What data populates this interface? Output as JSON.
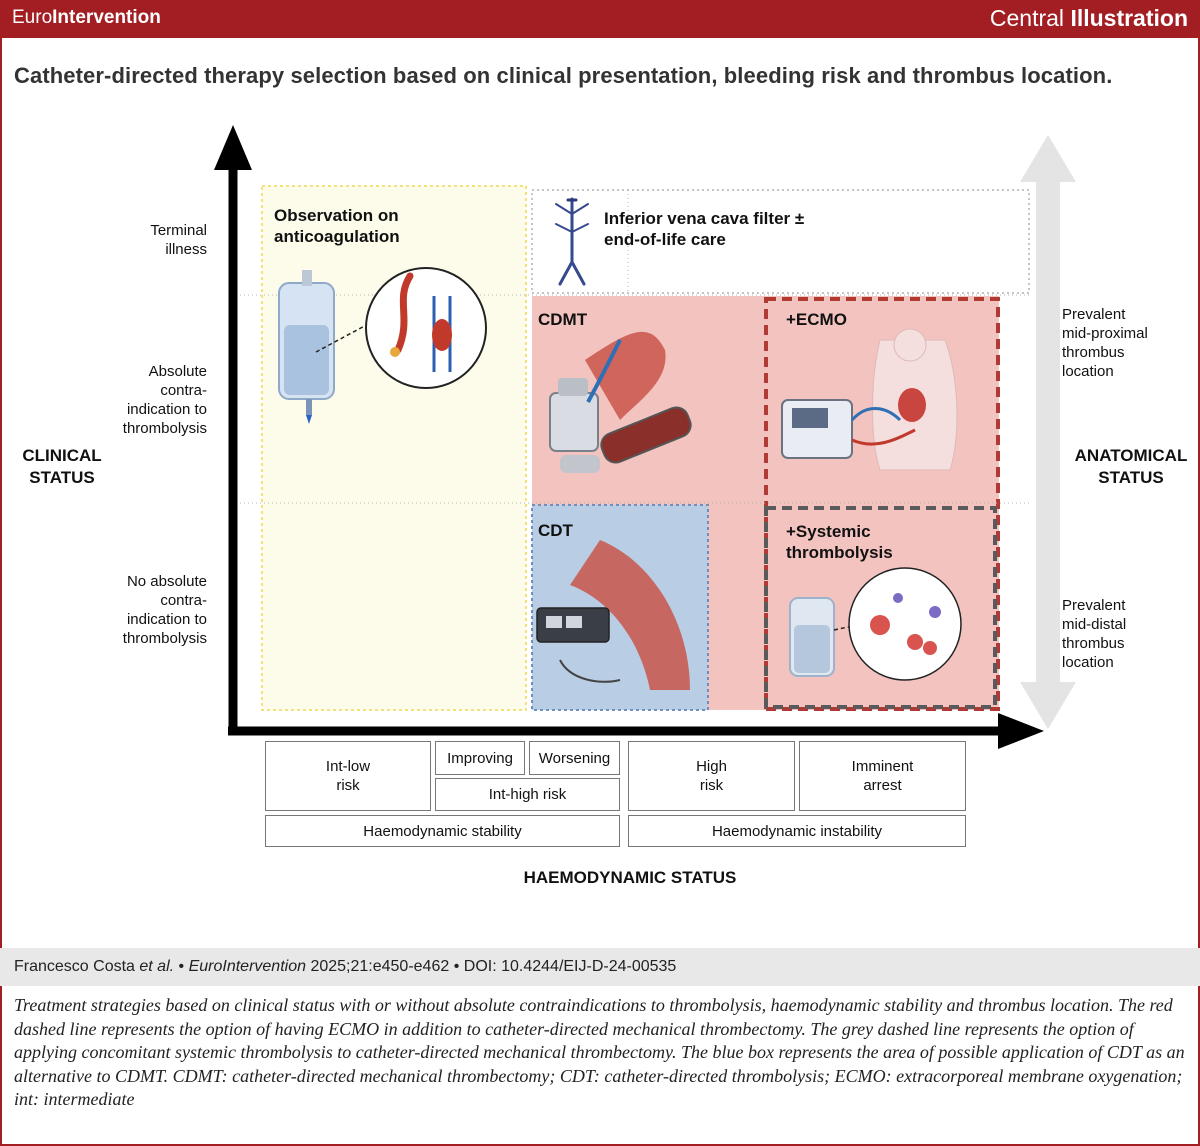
{
  "header": {
    "brand_light": "Euro",
    "brand_bold": "Intervention",
    "central_light": "Central",
    "central_bold": "Illustration"
  },
  "title": "Catheter-directed therapy selection based on clinical presentation, bleeding risk and thrombus location.",
  "axes": {
    "clinical_status": [
      "CLINICAL",
      "STATUS"
    ],
    "anatomical_status": [
      "ANATOMICAL",
      "STATUS"
    ],
    "haemodynamic_status": "HAEMODYNAMIC STATUS"
  },
  "clinical_levels": {
    "terminal": [
      "Terminal",
      "illness"
    ],
    "absolute": [
      "Absolute",
      "contra-",
      "indication to",
      "thrombolysis"
    ],
    "no_absolute": [
      "No absolute",
      "contra-",
      "indication to",
      "thrombolysis"
    ]
  },
  "anatomical_levels": {
    "proximal": [
      "Prevalent",
      "mid-proximal",
      "thrombus",
      "location"
    ],
    "distal": [
      "Prevalent",
      "mid-distal",
      "thrombus",
      "location"
    ]
  },
  "zones": {
    "observation": [
      "Observation on",
      "anticoagulation"
    ],
    "ivc": [
      "Inferior vena cava filter ±",
      "end-of-life care"
    ],
    "cdmt": "CDMT",
    "ecmo": "+ECMO",
    "cdt": "CDT",
    "systemic": [
      "+Systemic",
      "thrombolysis"
    ]
  },
  "haemodynamic_boxes": {
    "int_low": [
      "Int-low",
      "risk"
    ],
    "improving": "Improving",
    "worsening": "Worsening",
    "int_high": "Int-high risk",
    "high": [
      "High",
      "risk"
    ],
    "imminent": [
      "Imminent",
      "arrest"
    ],
    "stability": "Haemodynamic stability",
    "instability": "Haemodynamic instability"
  },
  "citation": {
    "authors": "Francesco Costa",
    "etal": "et al.",
    "bullet1": "•",
    "journal": "EuroIntervention",
    "ref": "2025;21:e450-e462",
    "bullet2": "•",
    "doi": "DOI: 10.4244/EIJ-D-24-00535"
  },
  "caption": "Treatment strategies based on clinical status with or without absolute contraindications to thrombolysis, haemodynamic stability and thrombus location. The red dashed line represents the option of having ECMO in addition to catheter-directed mechanical thrombectomy. The grey dashed line represents the option of applying concomitant systemic thrombolysis to catheter-directed mechanical thrombectomy. The blue box represents the area of possible application of CDT as an alternative to CDMT. CDMT: catheter-directed mechanical thrombectomy; CDT: catheter-directed thrombolysis; ECMO: extracorporeal membrane oxygenation; int: intermediate",
  "colors": {
    "brand": "#a31e22",
    "zone_pink": "#f3c4bf",
    "zone_blue": "#b9cde4",
    "observation_fill": "#fdfbea",
    "observation_border": "#f1e27a",
    "ecmo_dash": "#b23a35",
    "systemic_dash": "#5a5a5a"
  },
  "icons": [
    "ivc-filter-icon",
    "iv-bag-icon",
    "clot-magnifier-icon",
    "thrombectomy-device-icon",
    "ecmo-machine-icon",
    "cdt-console-icon",
    "thrombolysis-bag-icon"
  ]
}
